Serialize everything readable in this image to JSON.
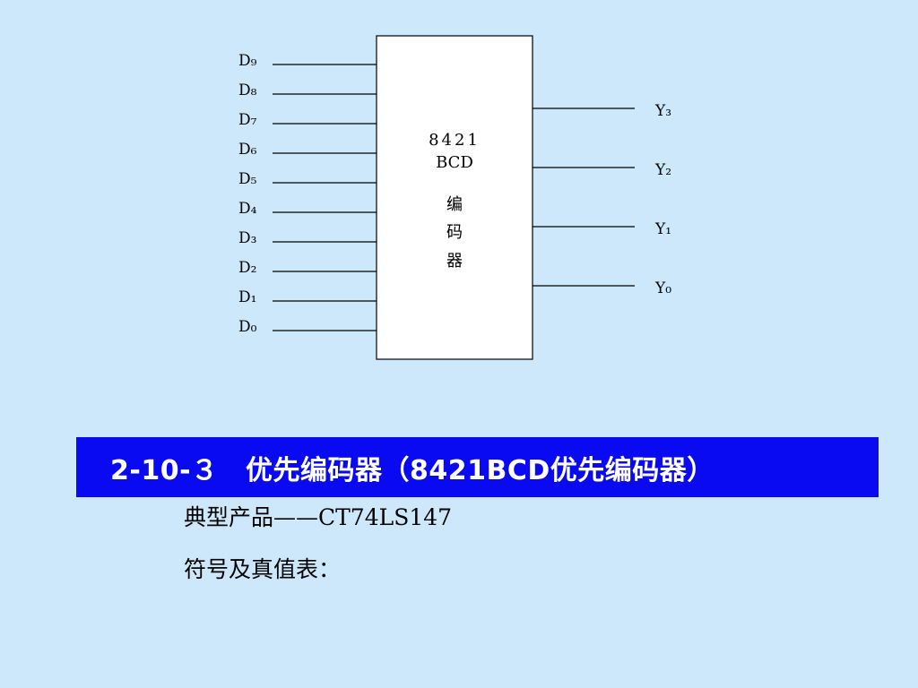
{
  "diagram": {
    "inputs": [
      "D₉",
      "D₈",
      "D₇",
      "D₆",
      "D₅",
      "D₄",
      "D₃",
      "D₂",
      "D₁",
      "D₀"
    ],
    "outputs": [
      "Y₃",
      "Y₂",
      "Y₁",
      "Y₀"
    ],
    "block_lines": [
      "8421",
      "BCD",
      "编",
      "码",
      "器"
    ]
  },
  "banner": {
    "title": "2-10-３　优先编码器（8421BCD优先编码器）"
  },
  "body": {
    "typical_product": "典型产品——CT74LS147",
    "symbol_and_truth_table": "符号及真值表："
  },
  "colors": {
    "background": "#cce8fa",
    "banner": "#0a0af2",
    "banner_text": "#ffffff"
  }
}
